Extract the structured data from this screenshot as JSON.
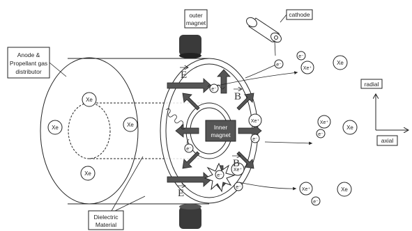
{
  "labels": {
    "outer_magnet": [
      "outer",
      "magnet"
    ],
    "cathode": "cathode",
    "anode": [
      "Anode &",
      "Propellant gas",
      "distributor"
    ],
    "inner_magnet": [
      "Inner",
      "magnet"
    ],
    "dielectric": [
      "Dielectric",
      "Material"
    ],
    "radial": "radial",
    "axial": "axial"
  },
  "fields": {
    "e_field": "E",
    "b_field": "B"
  },
  "particles": {
    "xe": "Xe",
    "xe_ion": "Xe⁺",
    "electron": "e⁻"
  },
  "colors": {
    "magnet": "#3a3a3a",
    "arrow_fill": "#555555",
    "inner_magnet_box": "#555555",
    "line": "#222222"
  }
}
